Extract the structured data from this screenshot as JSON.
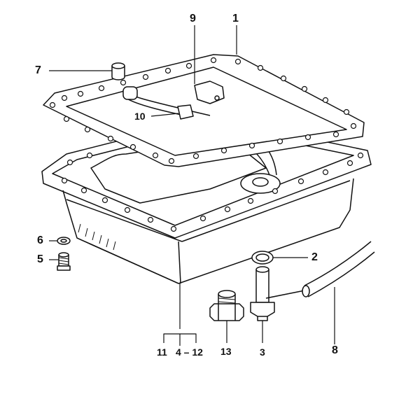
{
  "diagram": {
    "type": "exploded parts diagram - oil pan assembly",
    "callouts": [
      {
        "id": "9",
        "text": "9"
      },
      {
        "id": "1",
        "text": "1"
      },
      {
        "id": "7",
        "text": "7"
      },
      {
        "id": "10",
        "text": "10"
      },
      {
        "id": "6",
        "text": "6"
      },
      {
        "id": "5",
        "text": "5"
      },
      {
        "id": "2",
        "text": "2"
      },
      {
        "id": "11",
        "text": "11"
      },
      {
        "id": "4-12",
        "text": "4 – 12"
      },
      {
        "id": "13",
        "text": "13"
      },
      {
        "id": "3",
        "text": "3"
      },
      {
        "id": "8",
        "text": "8"
      }
    ]
  }
}
